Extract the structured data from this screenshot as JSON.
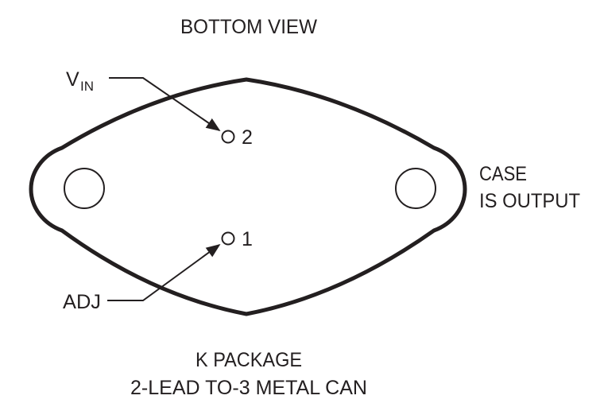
{
  "title": "BOTTOM VIEW",
  "pins": {
    "vin": {
      "label_main": "V",
      "label_sub": "IN",
      "number": "2"
    },
    "adj": {
      "label": "ADJ",
      "number": "1"
    }
  },
  "case_label": {
    "line1": "CASE",
    "line2": "IS OUTPUT"
  },
  "caption": {
    "line1": "K PACKAGE",
    "line2": "2-LEAD TO-3 METAL CAN"
  }
}
